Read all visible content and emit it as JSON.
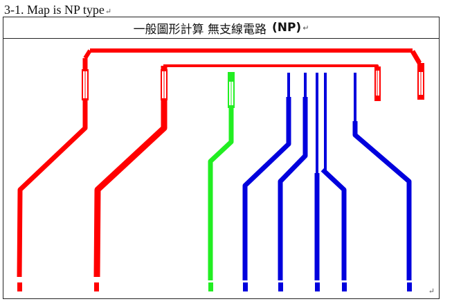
{
  "heading": {
    "text": "3-1. Map is NP type",
    "mark": "↵"
  },
  "table": {
    "title": "一般圖形計算 無支線電路",
    "code": "(NP)",
    "title_mark": "↵",
    "corner_mark": "↵"
  },
  "colors": {
    "red": "#ff0000",
    "green": "#22ee22",
    "blue": "#0000dd",
    "border": "#222222"
  },
  "traces": [
    {
      "name": "red-trace-outer",
      "color": "red"
    },
    {
      "name": "red-trace-inner",
      "color": "red"
    },
    {
      "name": "green-trace",
      "color": "green"
    },
    {
      "name": "blue-trace-1",
      "color": "blue"
    },
    {
      "name": "blue-trace-2",
      "color": "blue"
    },
    {
      "name": "blue-trace-3",
      "color": "blue"
    },
    {
      "name": "blue-trace-4",
      "color": "blue"
    },
    {
      "name": "blue-trace-5",
      "color": "blue"
    }
  ]
}
